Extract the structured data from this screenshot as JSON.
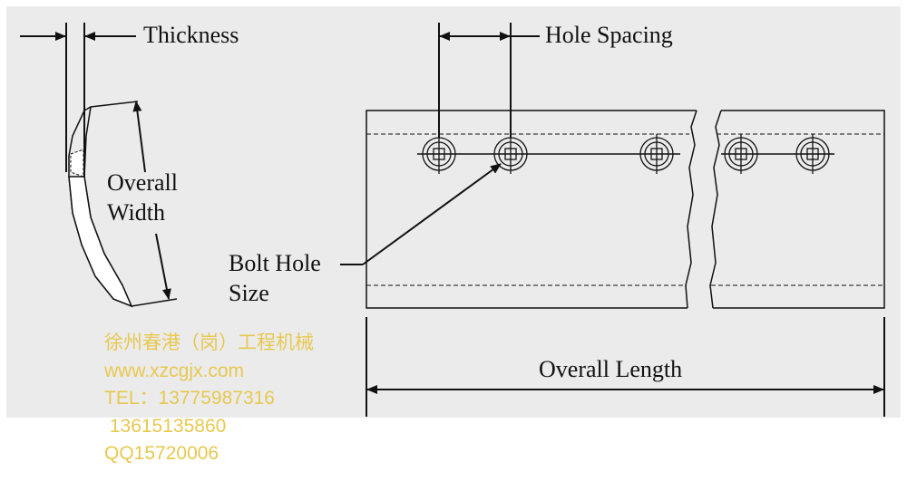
{
  "labels": {
    "thickness": "Thickness",
    "hole_spacing": "Hole Spacing",
    "overall_width_1": "Overall",
    "overall_width_2": "Width",
    "bolt_hole_1": "Bolt Hole",
    "bolt_hole_2": "Size",
    "overall_length": "Overall Length"
  },
  "watermark": {
    "company": "徐州春港（岗）工程机械",
    "website": "www.xzcgjx.com",
    "tel": "TEL：13775987316",
    "tel2": " 13615135860",
    "qq": "QQ15720006"
  },
  "colors": {
    "background": "#ebebeb",
    "line": "#111111",
    "watermark": "#e8c850"
  }
}
